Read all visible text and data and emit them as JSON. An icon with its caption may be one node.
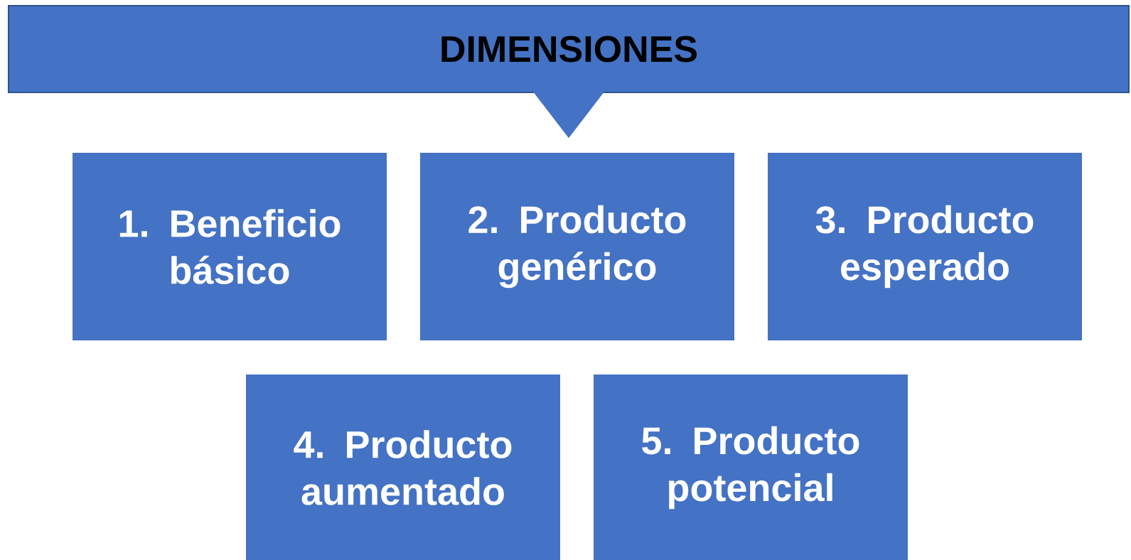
{
  "diagram": {
    "nodes": [
      {
        "text": [
          "DIMENSIONES"
        ]
      },
      {
        "text": [
          "1. Beneficio básico"
        ]
      },
      {
        "text": [
          "2. Producto genérico"
        ]
      },
      {
        "text": [
          "3. Producto esperado"
        ]
      },
      {
        "text": [
          "4. Producto aumentado"
        ]
      },
      {
        "text": [
          "5. Producto potencial"
        ]
      }
    ],
    "edges": [
      {
        "from": 0,
        "to": 2,
        "arrow": "to"
      }
    ]
  }
}
